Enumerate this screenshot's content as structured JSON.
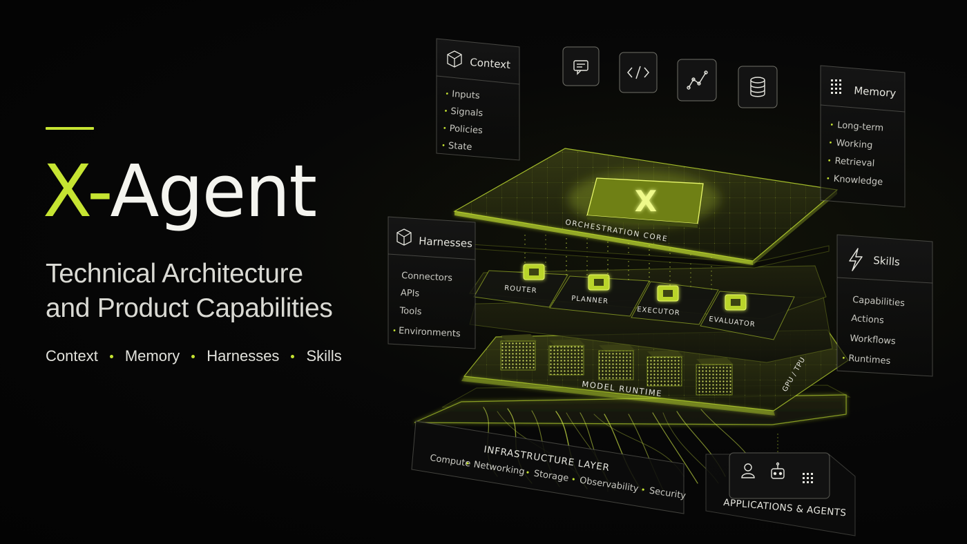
{
  "hero": {
    "title_x": "X",
    "title_dash": "-",
    "title_rest": "Agent",
    "subtitle_line1": "Technical Architecture",
    "subtitle_line2": "and Product Capabilities",
    "pillars": [
      "Context",
      "Memory",
      "Harnesses",
      "Skills"
    ]
  },
  "panels": {
    "context": {
      "title": "Context",
      "icon": "cube-icon",
      "items": [
        "Inputs",
        "Signals",
        "Policies",
        "State"
      ]
    },
    "memory": {
      "title": "Memory",
      "icon": "grid-dots-icon",
      "items": [
        "Long-term",
        "Working",
        "Retrieval",
        "Knowledge"
      ]
    },
    "harnesses": {
      "title": "Harnesses",
      "icon": "cube-icon",
      "items": [
        "Connectors",
        "APIs",
        "Tools",
        "Environments"
      ]
    },
    "skills": {
      "title": "Skills",
      "icon": "lightning-icon",
      "items": [
        "Capabilities",
        "Actions",
        "Workflows",
        "Runtimes"
      ]
    }
  },
  "top_icons": [
    "chat-icon",
    "code-icon",
    "chart-line-icon",
    "database-icon"
  ],
  "core": {
    "logo": "X",
    "label": "ORCHESTRATION CORE"
  },
  "modules": [
    "ROUTER",
    "PLANNER",
    "EXECUTOR",
    "EVALUATOR"
  ],
  "runtime": {
    "label": "MODEL RUNTIME",
    "side_label": "GPU / TPU"
  },
  "infrastructure": {
    "title": "INFRASTRUCTURE LAYER",
    "items": [
      "Compute",
      "Networking",
      "Storage",
      "Observability",
      "Security"
    ]
  },
  "applications": {
    "title": "APPLICATIONS & AGENTS",
    "icons": [
      "user-icon",
      "robot-icon",
      "app-grid-icon"
    ]
  },
  "colors": {
    "accent": "#c6e432",
    "background": "#050505",
    "panel": "#111111"
  }
}
